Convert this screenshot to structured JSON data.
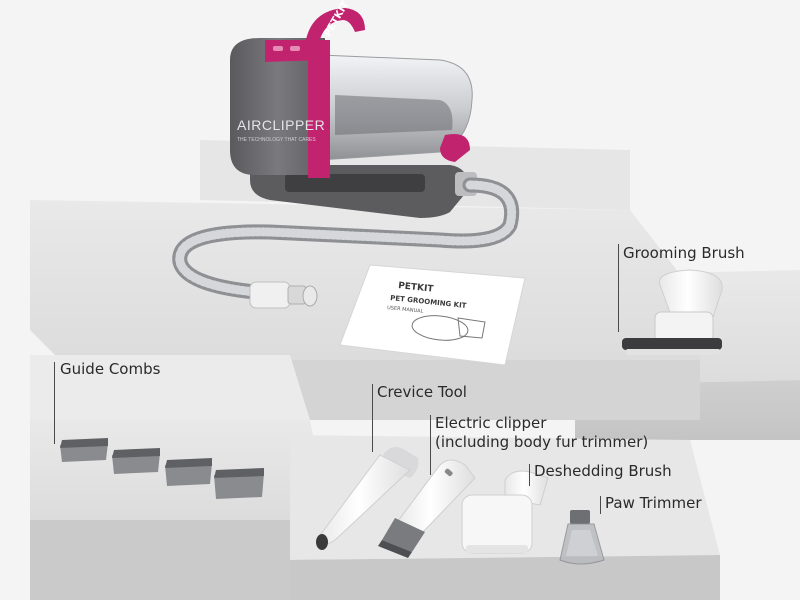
{
  "product": {
    "brand_text": "AIRCLIPPER",
    "tagline_text": "THE TECHNOLOGY THAT CARES",
    "handle_text": "PETKIT"
  },
  "manual": {
    "brand": "PETKIT",
    "title": "PET GROOMING KIT",
    "subtitle": "USER MANUAL"
  },
  "labels": {
    "grooming_brush": "Grooming Brush",
    "guide_combs": "Guide Combs",
    "crevice_tool": "Crevice Tool",
    "electric_clipper_line1": "Electric clipper",
    "electric_clipper_line2": "(including body fur trimmer)",
    "deshedding_brush": "Deshedding Brush",
    "paw_trimmer": "Paw Trimmer"
  },
  "colors": {
    "accent": "#c2236f",
    "body": "#6d6d70",
    "platform": "#dcdcdc"
  }
}
